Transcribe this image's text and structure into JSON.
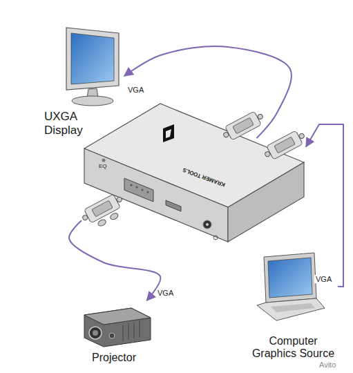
{
  "diagram": {
    "nodes": [
      {
        "text": [
          "UXGA Display"
        ]
      },
      {
        "text": [
          "KRAMER TOOLS"
        ]
      },
      {
        "text": [
          "Projector"
        ]
      },
      {
        "text": [
          "Computer Graphics Source"
        ]
      }
    ],
    "edges": [
      {
        "from": 1,
        "to": 0,
        "arrow": "to",
        "label": "VGA"
      },
      {
        "from": 1,
        "to": 2,
        "arrow": "to",
        "label": "VGA"
      },
      {
        "from": 3,
        "to": 1,
        "arrow": "to",
        "label": "VGA"
      }
    ],
    "labels": [
      "EQ",
      "Avito"
    ]
  }
}
